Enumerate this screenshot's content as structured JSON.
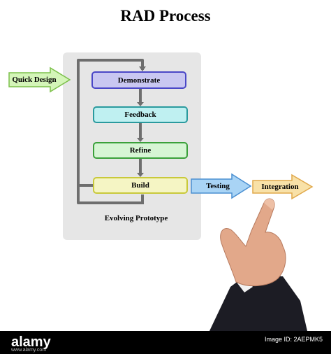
{
  "title": "RAD Process",
  "steps": [
    "Demonstrate",
    "Feedback",
    "Refine",
    "Build"
  ],
  "loop_label": "Evolving Prototype",
  "input_arrow": "Quick Design",
  "output_arrows": [
    "Testing",
    "Integration"
  ],
  "colors": {
    "demonstrate": "#c9c7f1",
    "feedback": "#bff0f1",
    "refine": "#d6f5d4",
    "build": "#f5f5c4",
    "quick_design": "#d4f5b8",
    "testing": "#a9d4f5",
    "integration": "#f8e1a8"
  },
  "footer": {
    "brand": "alamy",
    "url": "www.alamy.com",
    "image_id": "Image ID: 2AEPMK5"
  }
}
